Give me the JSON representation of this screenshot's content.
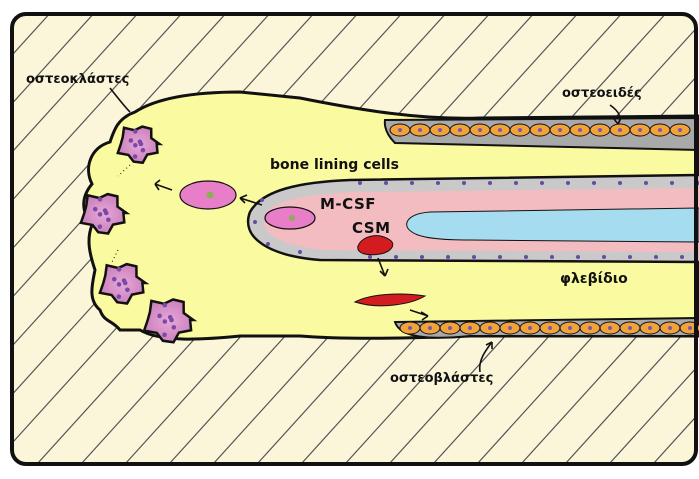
{
  "diagram": {
    "labels": {
      "osteoclasts": "οστεοκλάστες",
      "osteoid": "οστεοειδές",
      "bone_lining_cells": "bone lining cells",
      "mcsf": "M-CSF",
      "csm": "CSM",
      "venule": "φλεβίδιο",
      "osteoblasts": "οστεοβλάστες"
    },
    "colors": {
      "bone_hatch_bg": "#fbf6da",
      "marrow_yellow": "#fafaa0",
      "osteoid_gray": "#a9a9a9",
      "osteoblast_orange": "#f2a23a",
      "osteoclast_pink": "#d898c8",
      "vessel_pink": "#f2bcc0",
      "vessel_blue": "#a6dcef",
      "precursor_magenta": "#e87dc8",
      "red_cell": "#d21c20"
    }
  }
}
